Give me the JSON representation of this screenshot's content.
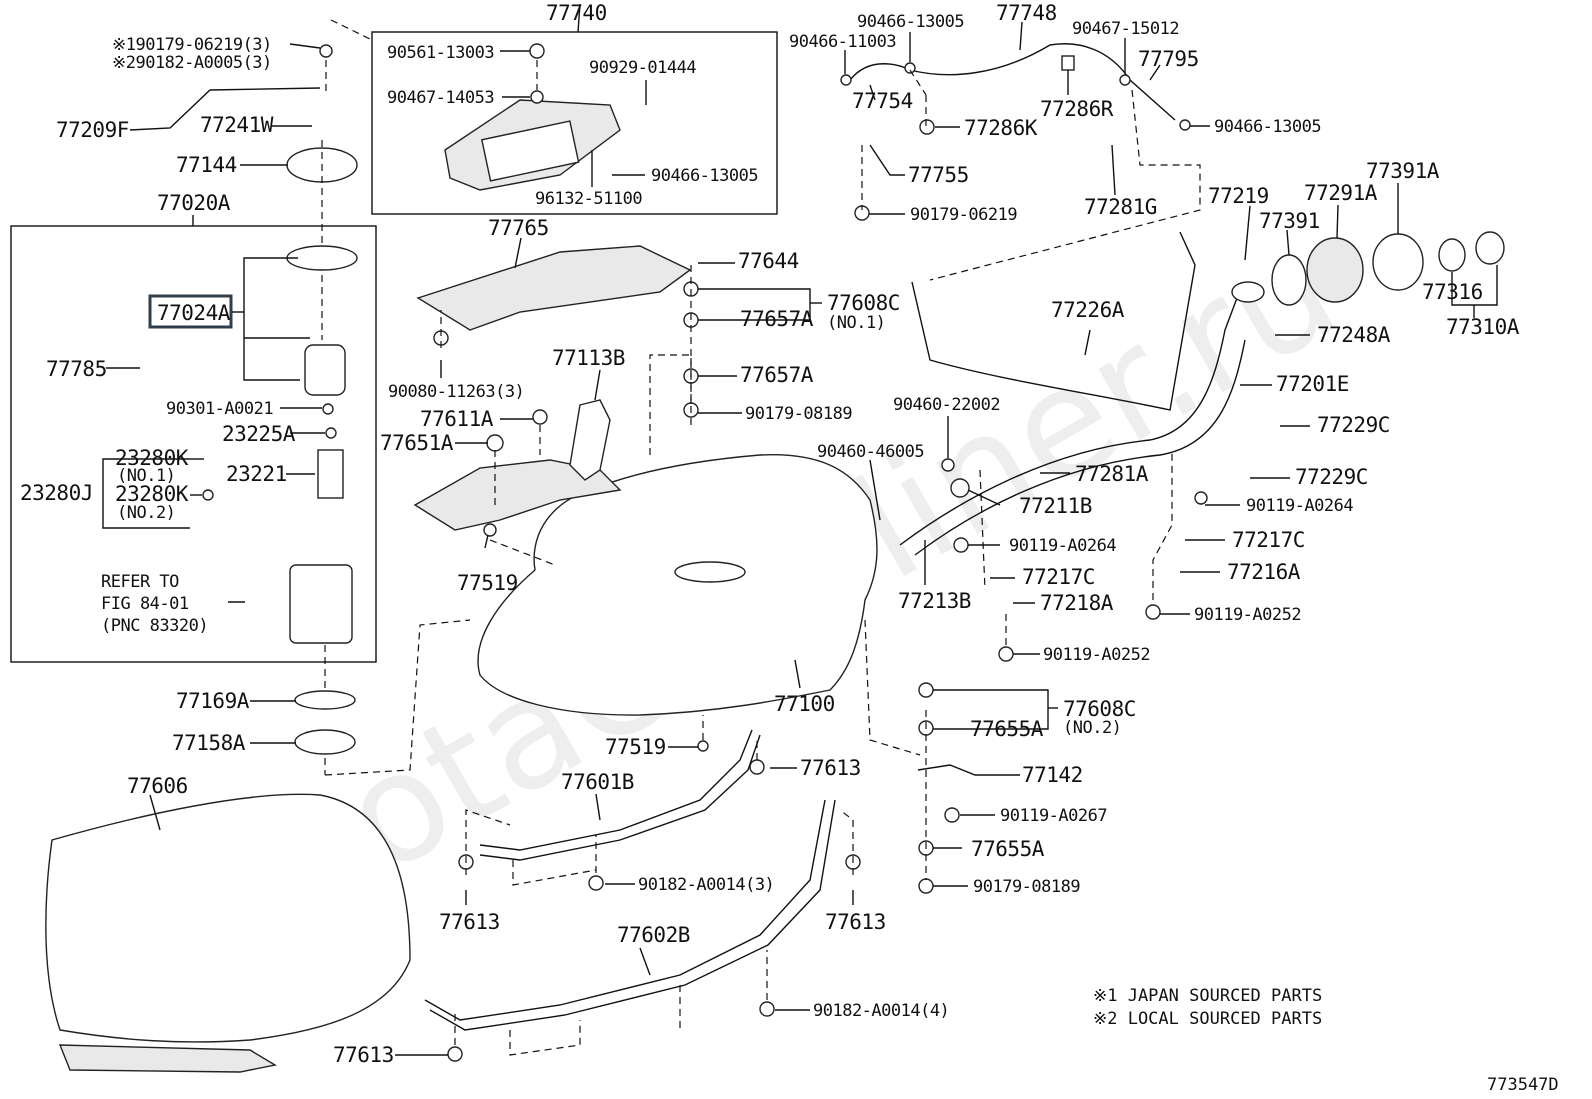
{
  "watermark": "ToyotaCarMiner.ru",
  "diagram_id": "773547D",
  "highlighted_part": "77024A",
  "notes": [
    "※1 JAPAN SOURCED PARTS",
    "※2 LOCAL SOURCED PARTS"
  ],
  "refer": [
    "REFER TO",
    "FIG 84-01",
    "(PNC 83320)"
  ],
  "labels": {
    "p1": "※190179-06219(3)",
    "p2": "※290182-A0005(3)",
    "p77209F": "77209F",
    "p77241W": "77241W",
    "p77144": "77144",
    "p77020A": "77020A",
    "p77785": "77785",
    "p90301": "90301-A0021",
    "p23225A": "23225A",
    "p23280K1": "23280K",
    "no1": "(NO.1)",
    "p23280J": "23280J",
    "p23280K2": "23280K",
    "no2": "(NO.2)",
    "p23221": "23221",
    "p77169A": "77169A",
    "p77158A": "77158A",
    "p77606": "77606",
    "p77740": "77740",
    "p90561": "90561-13003",
    "p90467a": "90467-14053",
    "p90929": "90929-01444",
    "p90466e": "90466-13005",
    "p96132": "96132-51100",
    "p77765": "77765",
    "p90080": "90080-11263(3)",
    "p77644": "77644",
    "p77657A1": "77657A",
    "p77608C1": "77608C",
    "no1b": "(NO.1)",
    "p77657A2": "77657A",
    "p90179b": "90179-08189",
    "p77113B": "77113B",
    "p77611A": "77611A",
    "p77651A": "77651A",
    "p77519a": "77519",
    "p77100": "77100",
    "p77519b": "77519",
    "p77601B": "77601B",
    "p77613a": "77613",
    "p77613b": "77613",
    "p90182a": "90182-A0014(3)",
    "p77602B": "77602B",
    "p77613c": "77613",
    "p90182b": "90182-A0014(4)",
    "p77613d": "77613",
    "p90466a": "90466-13005",
    "p90466b": "90466-11003",
    "p77748": "77748",
    "p90467b": "90467-15012",
    "p77795": "77795",
    "p77754": "77754",
    "p77286R": "77286R",
    "p77286K": "77286K",
    "p90466c": "90466-13005",
    "p77755": "77755",
    "p77281G": "77281G",
    "p90179a": "90179-06219",
    "p77219": "77219",
    "p77391": "77391",
    "p77291A": "77291A",
    "p77391A": "77391A",
    "p77316": "77316",
    "p77310A": "77310A",
    "p77226A": "77226A",
    "p77248A": "77248A",
    "p77201E": "77201E",
    "p90460a": "90460-22002",
    "p77229C1": "77229C",
    "p90460b": "90460-46005",
    "p77281A": "77281A",
    "p77229C2": "77229C",
    "p77211B": "77211B",
    "p90119a": "90119-A0264",
    "p90119b": "90119-A0264",
    "p77217C1": "77217C",
    "p77217C2": "77217C",
    "p77216A": "77216A",
    "p77213B": "77213B",
    "p77218A": "77218A",
    "p90119c": "90119-A0252",
    "p90119d": "90119-A0252",
    "p77608C2": "77608C",
    "no2b": "(NO.2)",
    "p77655A1": "77655A",
    "p77142": "77142",
    "p90119e": "90119-A0267",
    "p77655A2": "77655A",
    "p90179c": "90179-08189"
  }
}
